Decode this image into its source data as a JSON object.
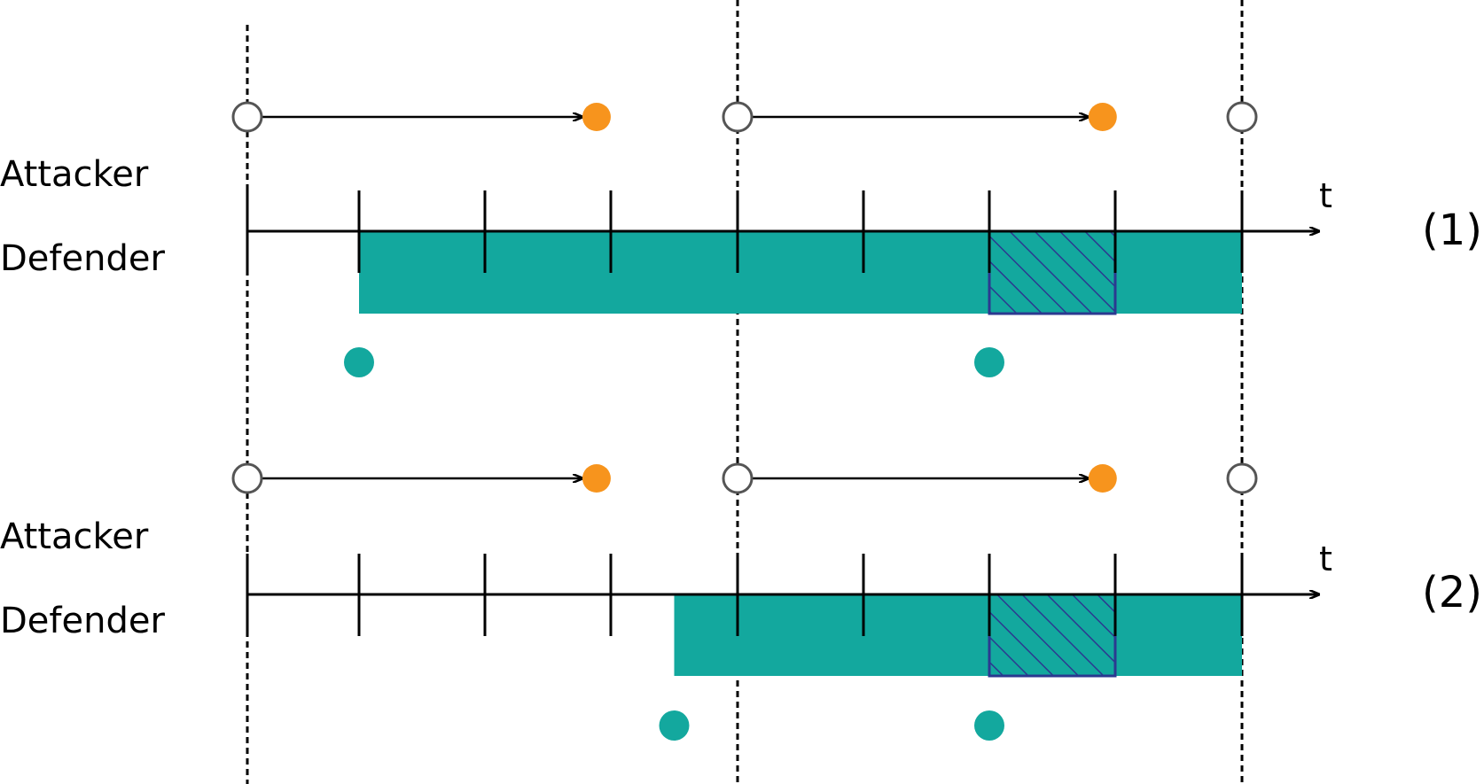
{
  "colors": {
    "defender_fill": "#13A89E",
    "attacker_dot": "#F7941D",
    "hatch_stroke": "#2B3990",
    "open_circle_stroke": "#555555",
    "line": "#000000"
  },
  "icons": {
    "attacker_start": "open-circle",
    "attacker_success": "filled-orange-circle",
    "defender_move": "filled-teal-circle",
    "overlap": "hatched-rectangle"
  },
  "diagram": {
    "panels": [
      {
        "tag": "(1)",
        "attacker_label": "Attacker",
        "defender_label": "Defender",
        "axis_label": "t",
        "defender_control_start": 1,
        "overlap_interval": [
          6,
          7
        ]
      },
      {
        "tag": "(2)",
        "attacker_label": "Attacker",
        "defender_label": "Defender",
        "axis_label": "t",
        "defender_control_start": 3.5,
        "overlap_interval": [
          6,
          7
        ]
      }
    ]
  }
}
